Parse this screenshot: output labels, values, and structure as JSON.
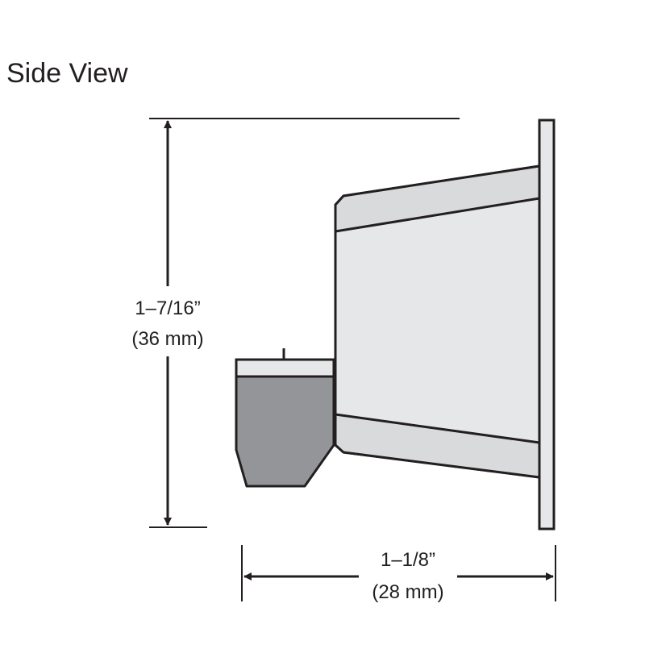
{
  "title": "Side View",
  "height_dimension": {
    "imperial": "1–7/16”",
    "metric": "(36 mm)"
  },
  "depth_dimension": {
    "imperial": "1–1/8”",
    "metric": "(28 mm)"
  },
  "colors": {
    "line": "#231f20",
    "light_fill": "#e6e7e8",
    "band_fill": "#d9dadc",
    "dark_fill": "#939598"
  }
}
